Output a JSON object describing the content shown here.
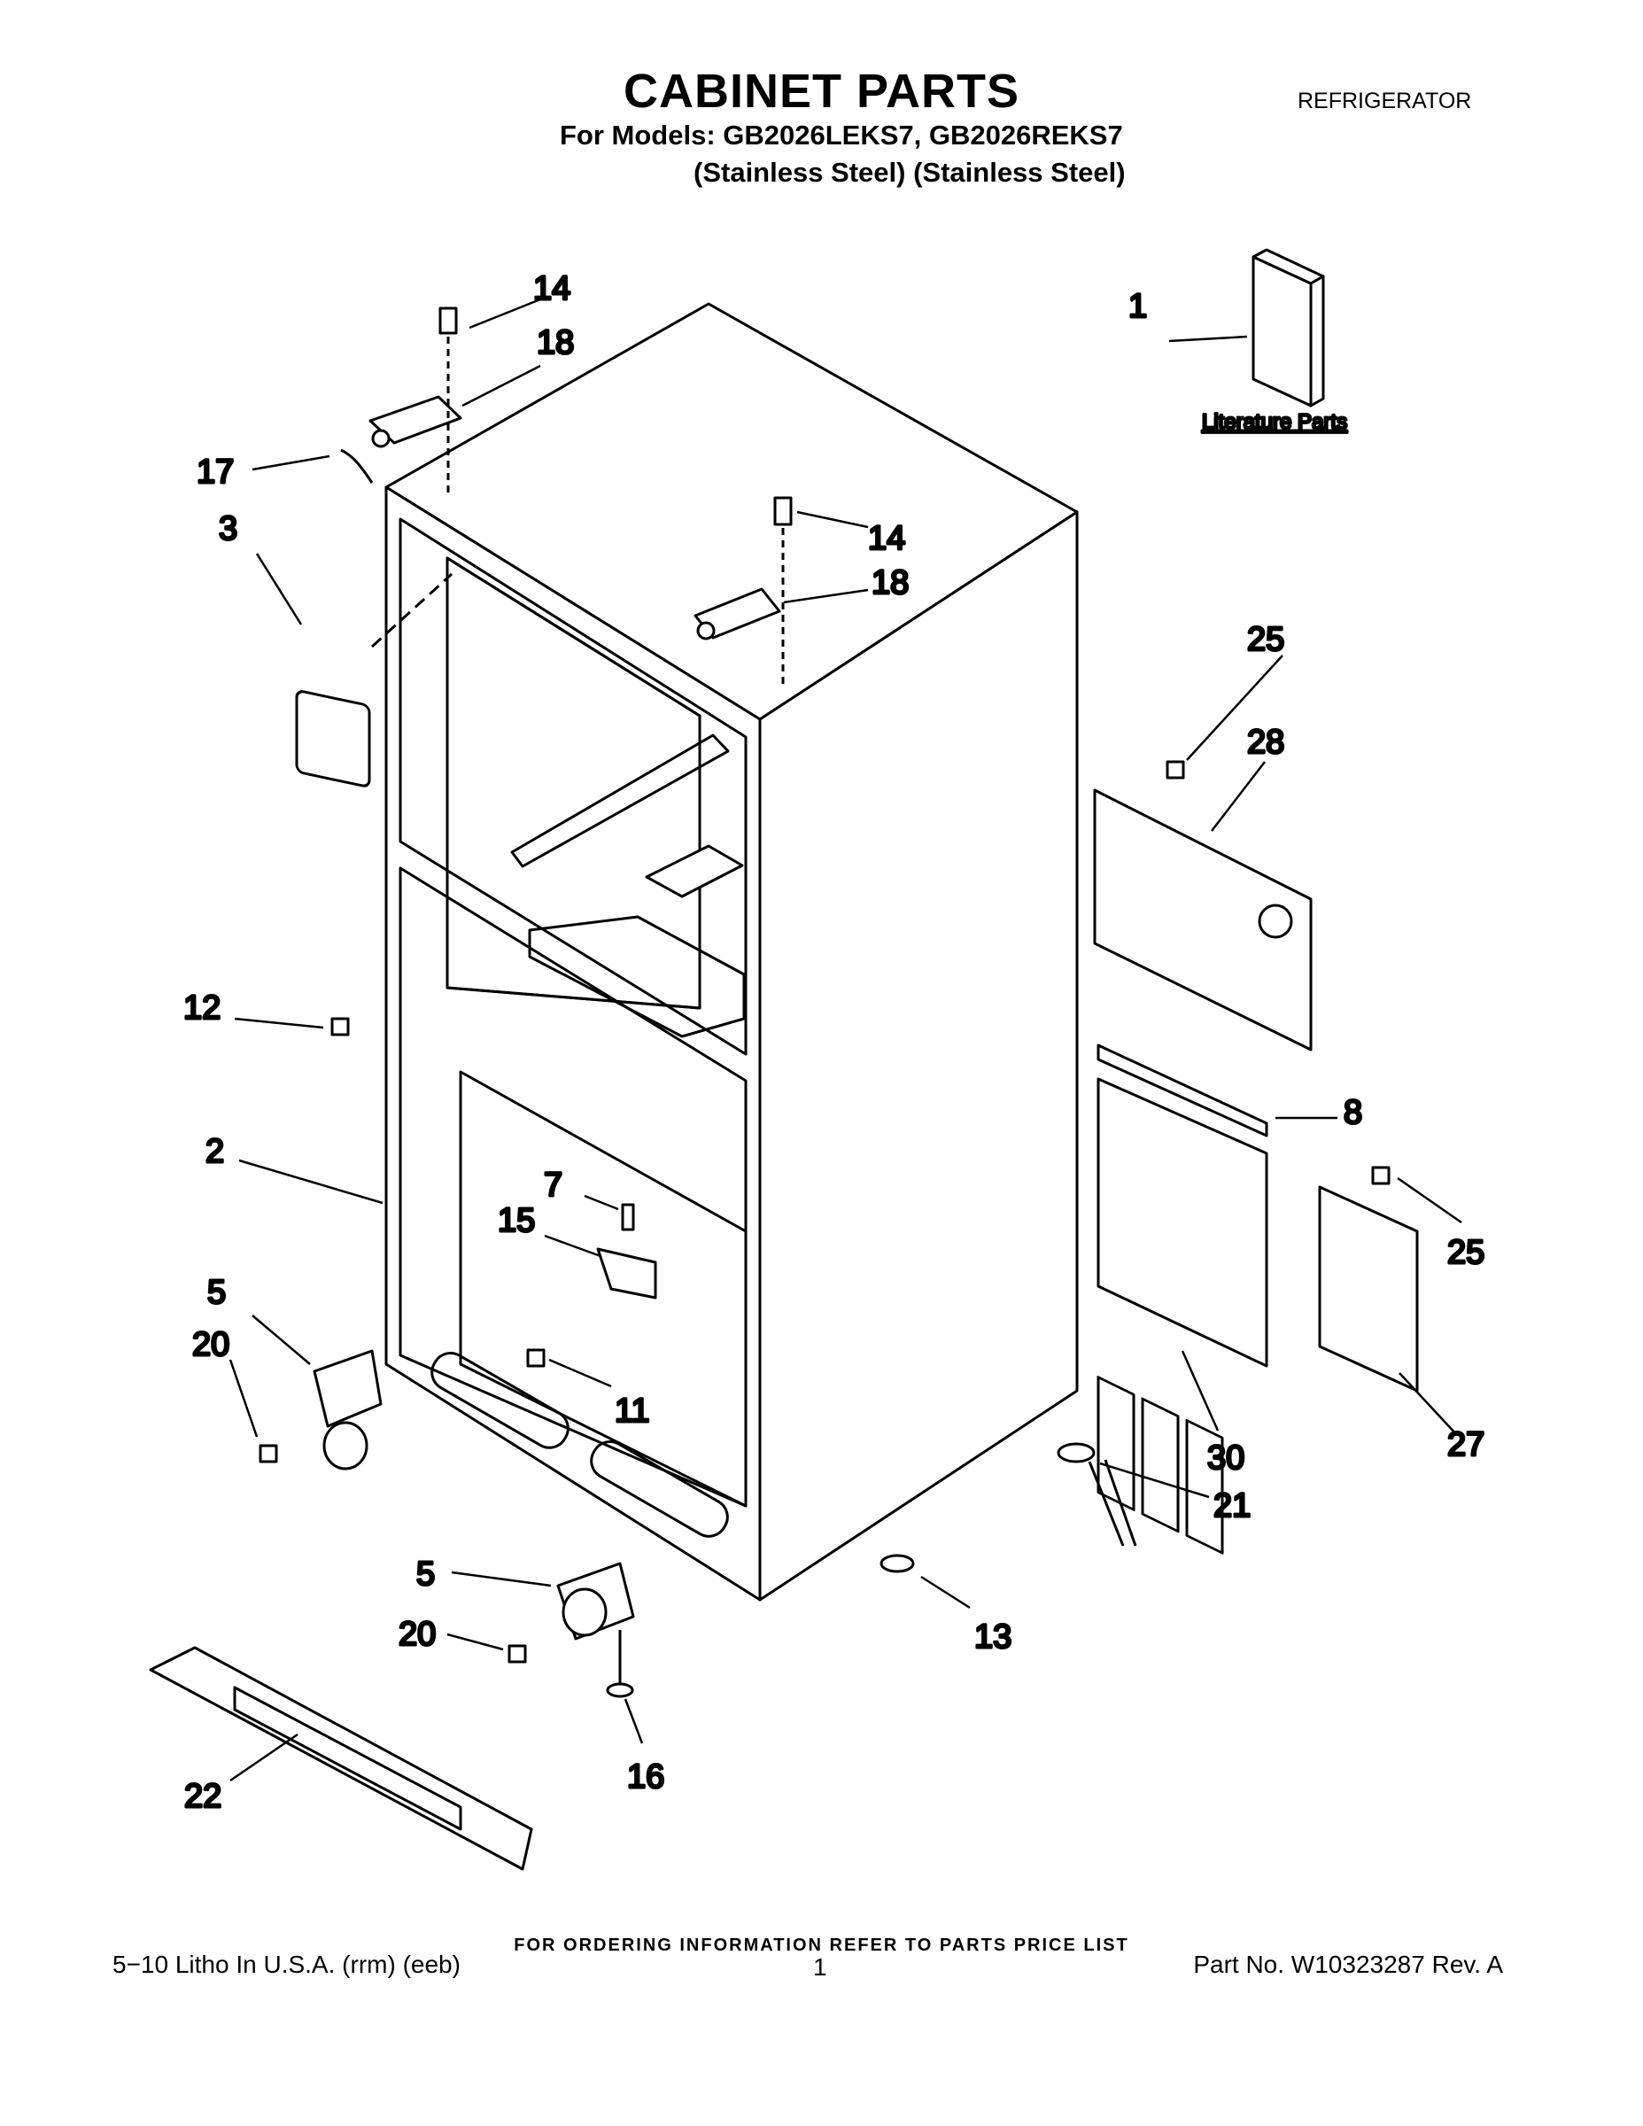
{
  "header": {
    "title": "CABINET PARTS",
    "appliance": "REFRIGERATOR",
    "models": "For Models: GB2026LEKS7, GB2026REKS7",
    "finish": "(Stainless Steel)  (Stainless Steel)"
  },
  "literature_label": "Literature Parts",
  "callouts": {
    "c1": "1",
    "c2": "2",
    "c3": "3",
    "c5a": "5",
    "c5b": "5",
    "c7": "7",
    "c8": "8",
    "c11": "11",
    "c12": "12",
    "c13": "13",
    "c14a": "14",
    "c14b": "14",
    "c15": "15",
    "c16": "16",
    "c17": "17",
    "c18a": "18",
    "c18b": "18",
    "c20a": "20",
    "c20b": "20",
    "c21": "21",
    "c22": "22",
    "c25a": "25",
    "c25b": "25",
    "c27": "27",
    "c28": "28",
    "c30": "30"
  },
  "footer": {
    "ordering": "FOR ORDERING INFORMATION REFER TO PARTS PRICE LIST",
    "litho": "5−10 Litho In U.S.A. (rrm) (eeb)",
    "page": "1",
    "part_no": "Part No. W10323287 Rev. A"
  }
}
